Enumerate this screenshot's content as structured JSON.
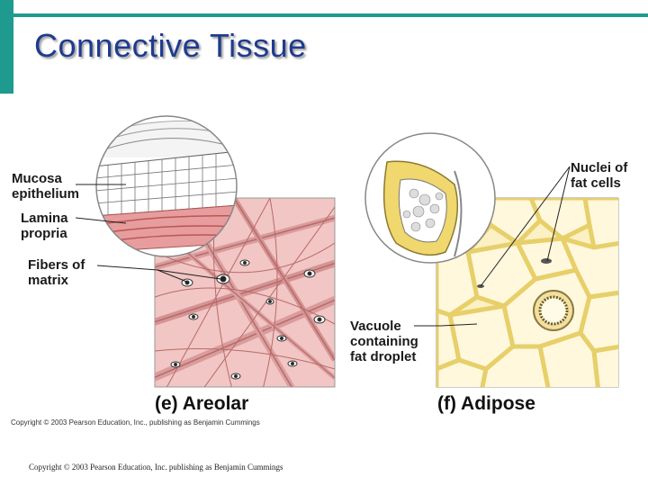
{
  "title": "Connective Tissue",
  "labels": {
    "mucosa_epithelium": [
      "Mucosa",
      "epithelium"
    ],
    "lamina_propria": [
      "Lamina",
      "propria"
    ],
    "fibers_of_matrix": [
      "Fibers of",
      "matrix"
    ],
    "nuclei_of_fat_cells": [
      "Nuclei of",
      "fat cells"
    ],
    "vacuole": [
      "Vacuole",
      "containing",
      "fat droplet"
    ]
  },
  "captions": {
    "areolar": "(e) Areolar",
    "adipose": "(f) Adipose"
  },
  "figure_copyright": "Copyright © 2003 Pearson Education, Inc., publishing as Benjamin Cummings",
  "footer_copyright": "Copyright © 2003 Pearson Education, Inc. publishing as Benjamin Cummings",
  "colors": {
    "accent": "#1e9a8e",
    "title": "#1f3b8f",
    "areolar_bg": "#f1c6c4",
    "areolar_fiber": "#b86a6a",
    "adipose_bg": "#fbf1c4",
    "adipose_wall": "#e7cf6a"
  }
}
